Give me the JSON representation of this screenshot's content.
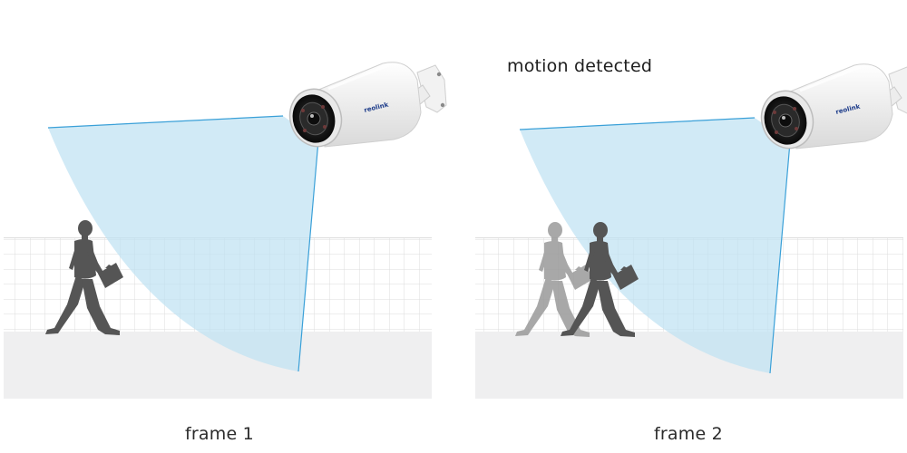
{
  "frames": [
    {
      "caption": "frame 1",
      "event_label": "",
      "brand_text": "reolink",
      "walkers": 1
    },
    {
      "caption": "frame 2",
      "event_label": "motion detected",
      "brand_text": "reolink",
      "walkers": 2
    }
  ],
  "colors": {
    "field_of_view": "#bfe2f3",
    "field_of_view_edge": "#3aa0d8",
    "fence_grid": "#dcdcdc",
    "ground": "#efeff0",
    "person": "#555555",
    "person_ghost": "#9a9a9a",
    "camera_body": "#f4f4f4",
    "camera_lens": "#1c1c1c",
    "text": "#2b2b2b"
  }
}
